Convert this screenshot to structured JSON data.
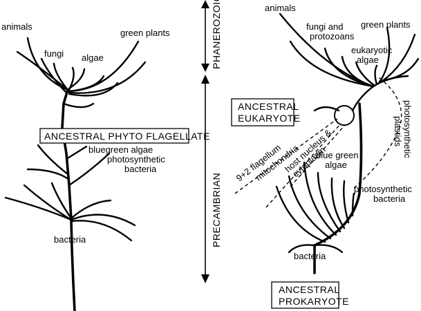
{
  "left_tree": {
    "labels": {
      "animals": "animals",
      "fungi": "fungi",
      "algae": "algae",
      "green_plants": "green plants",
      "bluegreen_algae": "bluegreen algae",
      "photosynthetic_line1": "photosynthetic",
      "photosynthetic_line2": "bacteria",
      "bacteria": "bacteria"
    },
    "ancestor_box": "ANCESTRAL PHYTO FLAGELLATE"
  },
  "timescale": {
    "upper": "PHANEROZOIC",
    "lower": "PRECAMBRIAN"
  },
  "right_tree": {
    "labels": {
      "animals": "animals",
      "fungi_line1": "fungi and",
      "fungi_line2": "protozoans",
      "green_plants": "green plants",
      "eukaryotic_line1": "eukaryotic",
      "eukaryotic_line2": "algae",
      "blue_green_line1": "blue green",
      "blue_green_line2": "algae",
      "photosynthetic_line1": "photosynthetic",
      "photosynthetic_line2": "bacteria",
      "bacteria": "bacteria",
      "flagellum": "9+2 flagellum",
      "mitochondria": "mitochondria",
      "host_nucleus": "host nucleus &",
      "cytoplasm": "cytoplasm",
      "plastids_line1": "photosynthetic",
      "plastids_line2": "plastids"
    },
    "eukaryote_box": {
      "line1": "ANCESTRAL",
      "line2": "EUKARYOTE"
    },
    "prokaryote_box": {
      "line1": "ANCESTRAL",
      "line2": "PROKARYOTE"
    }
  }
}
